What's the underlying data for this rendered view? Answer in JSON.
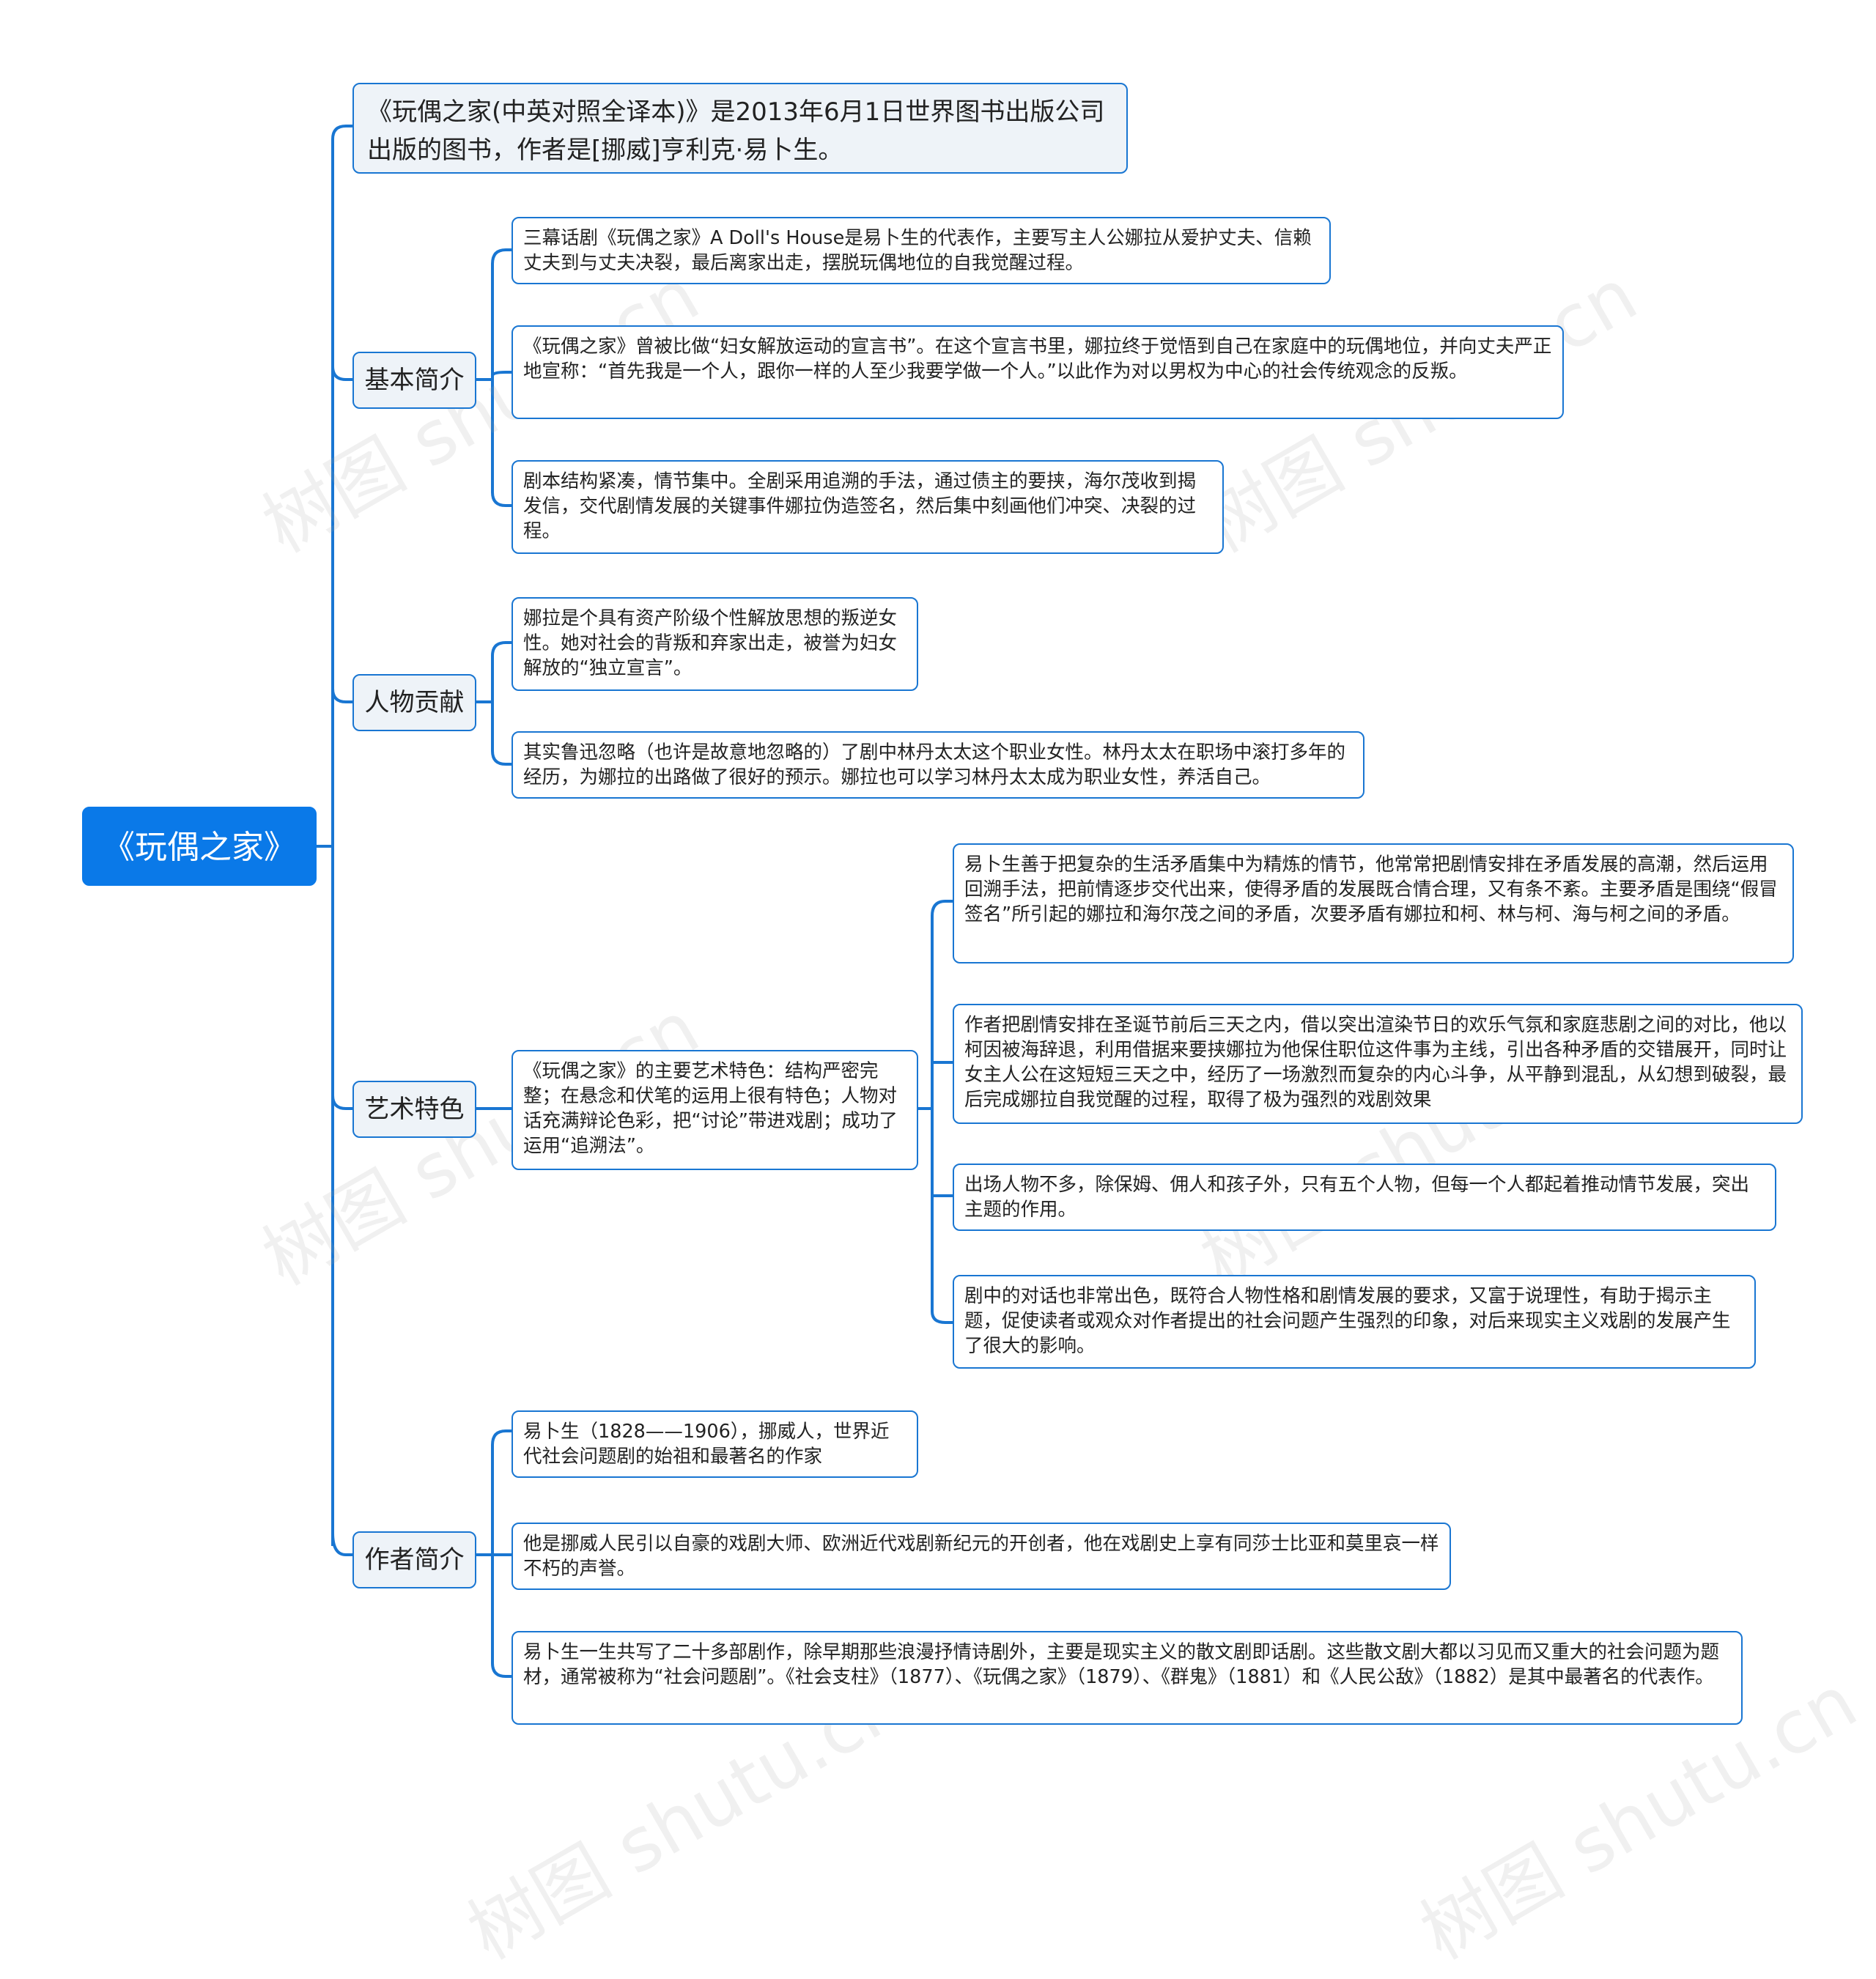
{
  "root": {
    "label": "《玩偶之家》"
  },
  "intro": {
    "text": "《玩偶之家(中英对照全译本)》是2013年6月1日世界图书出版公司出版的图书，作者是[挪威]亨利克·易卜生。"
  },
  "branches": [
    {
      "label": "基本简介",
      "items": [
        "三幕话剧《玩偶之家》A Doll's House是易卜生的代表作，主要写主人公娜拉从爱护丈夫、信赖丈夫到与丈夫决裂，最后离家出走，摆脱玩偶地位的自我觉醒过程。",
        "《玩偶之家》曾被比做“妇女解放运动的宣言书”。在这个宣言书里，娜拉终于觉悟到自己在家庭中的玩偶地位，并向丈夫严正地宣称：“首先我是一个人，跟你一样的人至少我要学做一个人。”以此作为对以男权为中心的社会传统观念的反叛。",
        "剧本结构紧凑，情节集中。全剧采用追溯的手法，通过债主的要挟，海尔茂收到揭发信，交代剧情发展的关键事件娜拉伪造签名，然后集中刻画他们冲突、决裂的过程。"
      ]
    },
    {
      "label": "人物贡献",
      "items": [
        "娜拉是个具有资产阶级个性解放思想的叛逆女性。她对社会的背叛和弃家出走，被誉为妇女解放的“独立宣言”。",
        "其实鲁迅忽略（也许是故意地忽略的）了剧中林丹太太这个职业女性。林丹太太在职场中滚打多年的经历，为娜拉的出路做了很好的预示。娜拉也可以学习林丹太太成为职业女性，养活自己。"
      ]
    },
    {
      "label": "艺术特色",
      "summary": "《玩偶之家》的主要艺术特色：结构严密完整；在悬念和伏笔的运用上很有特色；人物对话充满辩论色彩，把“讨论”带进戏剧；成功了运用“追溯法”。",
      "items": [
        "易卜生善于把复杂的生活矛盾集中为精炼的情节，他常常把剧情安排在矛盾发展的高潮，然后运用回溯手法，把前情逐步交代出来，使得矛盾的发展既合情合理，又有条不紊。主要矛盾是围绕“假冒签名”所引起的娜拉和海尔茂之间的矛盾，次要矛盾有娜拉和柯、林与柯、海与柯之间的矛盾。",
        "作者把剧情安排在圣诞节前后三天之内，借以突出渲染节日的欢乐气氛和家庭悲剧之间的对比，他以柯因被海辞退，利用借据来要挟娜拉为他保住职位这件事为主线，引出各种矛盾的交错展开，同时让女主人公在这短短三天之中，经历了一场激烈而复杂的内心斗争，从平静到混乱，从幻想到破裂，最后完成娜拉自我觉醒的过程，取得了极为强烈的戏剧效果",
        "出场人物不多，除保姆、佣人和孩子外，只有五个人物，但每一个人都起着推动情节发展，突出主题的作用。",
        "剧中的对话也非常出色，既符合人物性格和剧情发展的要求，又富于说理性，有助于揭示主题，促使读者或观众对作者提出的社会问题产生强烈的印象，对后来现实主义戏剧的发展产生了很大的影响。"
      ]
    },
    {
      "label": "作者简介",
      "items": [
        "易卜生（1828——1906），挪威人，世界近代社会问题剧的始祖和最著名的作家",
        "他是挪威人民引以自豪的戏剧大师、欧洲近代戏剧新纪元的开创者，他在戏剧史上享有同莎士比亚和莫里哀一样不朽的声誉。",
        "易卜生一生共写了二十多部剧作，除早期那些浪漫抒情诗剧外，主要是现实主义的散文剧即话剧。这些散文剧大都以习见而又重大的社会问题为题材，通常被称为“社会问题剧”。《社会支柱》（1877）、《玩偶之家》（1879）、《群鬼》（1881）和《人民公敌》（1882）是其中最著名的代表作。"
      ]
    }
  ],
  "watermark": "树图 shutu.cn",
  "colors": {
    "accent": "#0a79e8",
    "line": "#1976d2",
    "branch_bg": "#eef3f8"
  }
}
